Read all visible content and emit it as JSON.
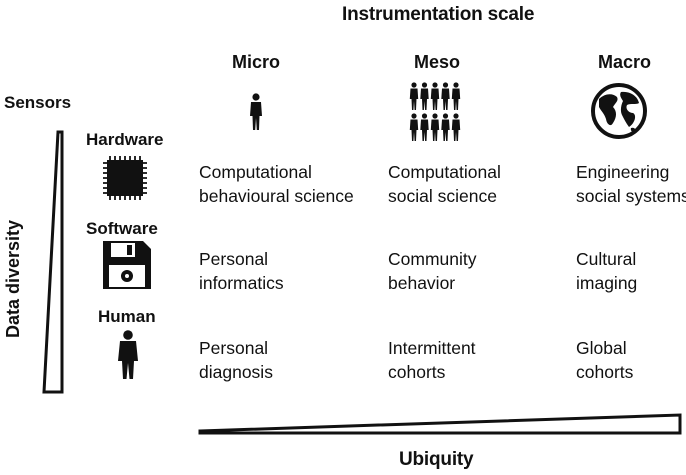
{
  "title": "Instrumentation scale",
  "columns": [
    "Micro",
    "Meso",
    "Macro"
  ],
  "sensors_label": "Sensors",
  "rows": [
    "Hardware",
    "Software",
    "Human"
  ],
  "y_axis_label": "Data diversity",
  "x_axis_label": "Ubiquity",
  "cells": [
    [
      [
        "Computational",
        "behavioural science"
      ],
      [
        "Computational",
        "social science"
      ],
      [
        "Engineering",
        "social systems"
      ]
    ],
    [
      [
        "Personal",
        "informatics"
      ],
      [
        "Community",
        "behavior"
      ],
      [
        "Cultural",
        "imaging"
      ]
    ],
    [
      [
        "Personal",
        "diagnosis"
      ],
      [
        "Intermittent",
        "cohorts"
      ],
      [
        "Global",
        "cohorts"
      ]
    ]
  ],
  "icons": {
    "micro": "person-icon",
    "meso": "group-icon",
    "macro": "globe-icon",
    "hardware": "chip-icon",
    "software": "floppy-disk-icon",
    "human": "person-icon"
  }
}
